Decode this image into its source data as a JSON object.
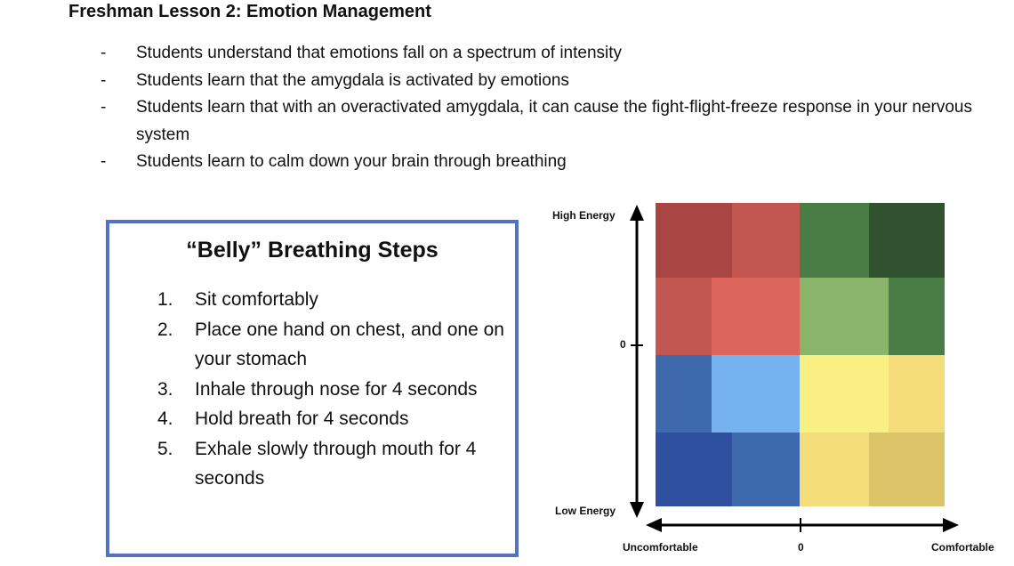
{
  "title": "Freshman Lesson 2: Emotion Management",
  "objectives": [
    "Students understand that emotions fall on a spectrum of intensity",
    "Students learn that the amygdala is activated by emotions",
    "Students learn that with an overactivated amygdala, it can cause the fight-flight-freeze response in your nervous system",
    "Students learn to calm down your brain through breathing"
  ],
  "bullet_marker": "-",
  "breathing": {
    "title": "“Belly” Breathing Steps",
    "steps": [
      {
        "num": "1.",
        "text": "Sit comfortably"
      },
      {
        "num": "2.",
        "text": "Place one hand on chest, and one on your stomach"
      },
      {
        "num": "3.",
        "text": "Inhale through nose for 4 seconds"
      },
      {
        "num": "4.",
        "text": "Hold breath for 4 seconds"
      },
      {
        "num": "5.",
        "text": "Exhale slowly through mouth for 4 seconds"
      }
    ],
    "border_color": "#5472c4"
  },
  "mood_meter": {
    "y_top_label": "High Energy",
    "y_bottom_label": "Low Energy",
    "y_mid_label": "0",
    "x_left_label": "Uncomfortable",
    "x_right_label": "Comfortable",
    "x_mid_label": "0",
    "colors": {
      "dark_red": "#a94643",
      "red": "#c25651",
      "light_red": "#dc665c",
      "green": "#4a7c45",
      "dark_green": "#30522f",
      "light_green": "#8ab46a",
      "blue": "#3e6aad",
      "dark_blue": "#2f4f9f",
      "light_blue": "#75b2ee",
      "yellow": "#f8f083",
      "light_orange_yellow": "#f5dc7a",
      "dark_yellow": "#dcc468"
    }
  }
}
